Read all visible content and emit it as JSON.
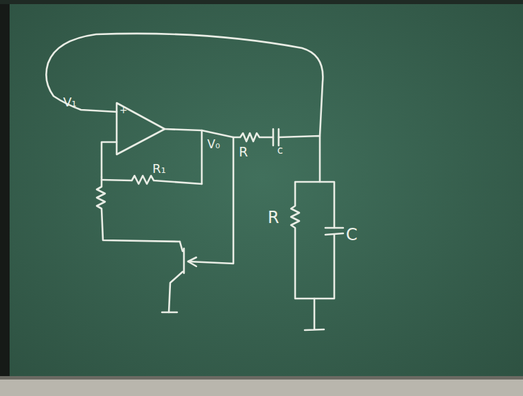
{
  "diagram": {
    "labels": [
      "V₁",
      "+",
      "V₀",
      "R₁",
      "R",
      "c",
      "R",
      "C"
    ]
  }
}
